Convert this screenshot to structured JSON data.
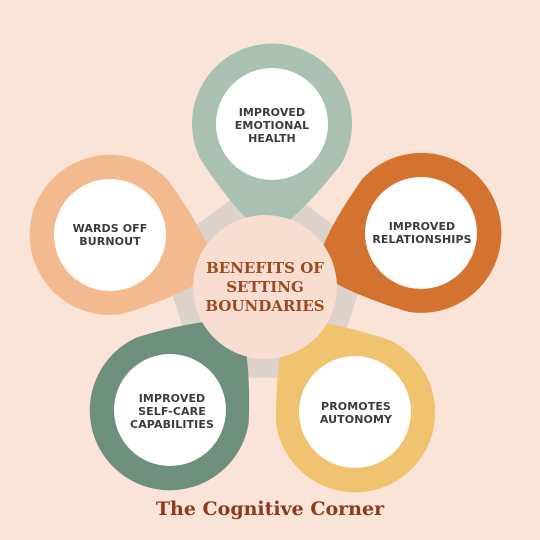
{
  "diagram": {
    "center": {
      "text": "BENEFITS OF\nSETTING\nBOUNDARIES",
      "color": "#9c4a22",
      "fill": "#f8ddd1"
    },
    "petals": [
      {
        "id": "emotional-health",
        "text": "IMPROVED\nEMOTIONAL\nHEALTH",
        "color": "#a9c0b2"
      },
      {
        "id": "relationships",
        "text": "IMPROVED\nRELATIONSHIPS",
        "color": "#d4732f"
      },
      {
        "id": "autonomy",
        "text": "PROMOTES\nAUTONOMY",
        "color": "#efc36f"
      },
      {
        "id": "self-care",
        "text": "IMPROVED\nSELF-CARE\nCAPABILITIES",
        "color": "#6f8f7e"
      },
      {
        "id": "burnout",
        "text": "WARDS OFF\nBURNOUT",
        "color": "#f3ba8f"
      }
    ],
    "hub_color": "#ddd3cb",
    "inner_circle_color": "#ffffff"
  },
  "footer": {
    "text": "The Cognitive Corner",
    "color": "#8b3a1c"
  },
  "background": "#f9e4d7"
}
